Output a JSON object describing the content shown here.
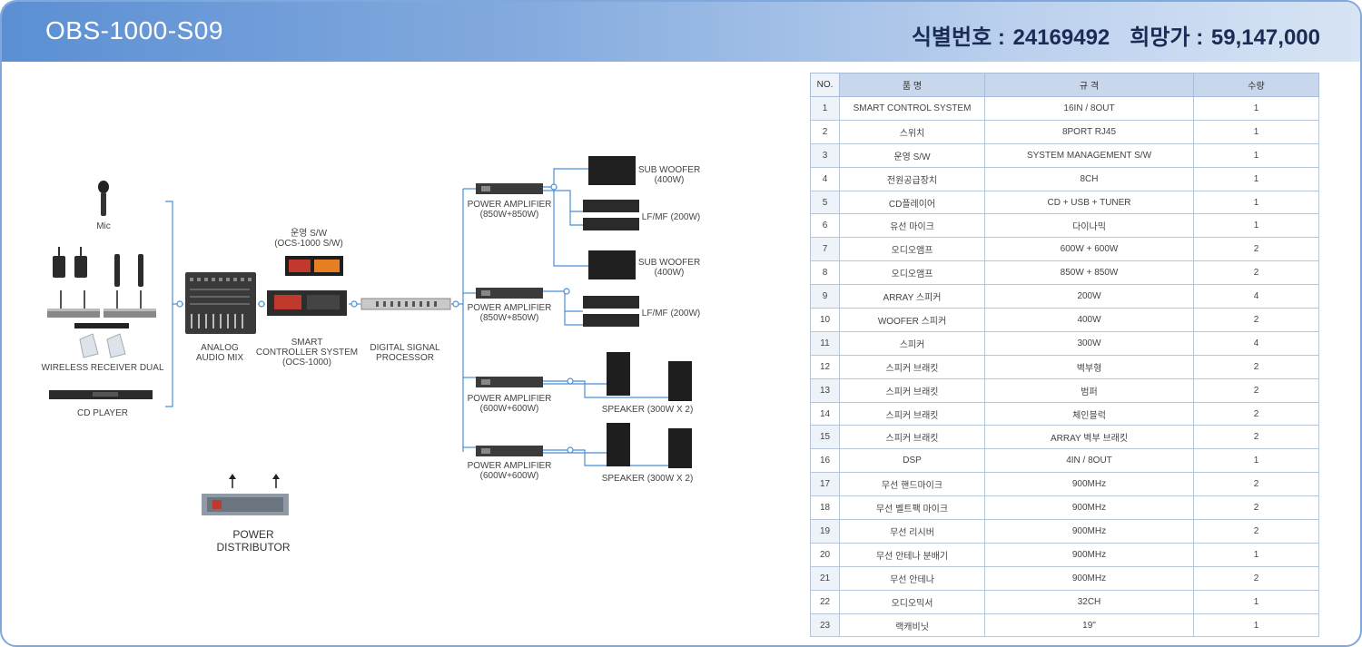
{
  "header": {
    "model": "OBS-1000-S09",
    "id_label": "식별번호 : ",
    "id_value": "24169492",
    "price_label": "희망가 : ",
    "price_value": "59,147,000"
  },
  "diagram": {
    "mic": "Mic",
    "wireless": "WIRELESS RECEIVER  DUAL",
    "cd": "CD PLAYER",
    "mixer_l1": "ANALOG",
    "mixer_l2": "AUDIO MIX",
    "sw_l1": "운영 S/W",
    "sw_l2": "(OCS-1000 S/W)",
    "ctrl_l1": "SMART",
    "ctrl_l2": "CONTROLLER SYSTEM",
    "ctrl_l3": "(OCS-1000)",
    "dsp_l1": "DIGITAL SIGNAL",
    "dsp_l2": "PROCESSOR",
    "amp1_l1": "POWER AMPLIFIER",
    "amp1_l2": "(850W+850W)",
    "amp2_l1": "POWER AMPLIFIER",
    "amp2_l2": "(850W+850W)",
    "amp3_l1": "POWER AMPLIFIER",
    "amp3_l2": "(600W+600W)",
    "amp4_l1": "POWER AMPLIFIER",
    "amp4_l2": "(600W+600W)",
    "sub1_l1": "SUB WOOFER",
    "sub1_l2": "(400W)",
    "lf1": "LF/MF (200W)",
    "sub2_l1": "SUB WOOFER",
    "sub2_l2": "(400W)",
    "lf2": "LF/MF (200W)",
    "spk1": "SPEAKER (300W X 2)",
    "spk2": "SPEAKER (300W X 2)",
    "pd_l1": "POWER",
    "pd_l2": "DISTRIBUTOR"
  },
  "table": {
    "headers": [
      "NO.",
      "품 명",
      "규 격",
      "수량"
    ],
    "rows": [
      [
        "1",
        "SMART CONTROL SYSTEM",
        "16IN / 8OUT",
        "1"
      ],
      [
        "2",
        "스위치",
        "8PORT RJ45",
        "1"
      ],
      [
        "3",
        "운영 S/W",
        "SYSTEM MANAGEMENT S/W",
        "1"
      ],
      [
        "4",
        "전원공급장치",
        "8CH",
        "1"
      ],
      [
        "5",
        "CD플레이어",
        "CD + USB + TUNER",
        "1"
      ],
      [
        "6",
        "유선 마이크",
        "다이나믹",
        "1"
      ],
      [
        "7",
        "오디오앰프",
        "600W + 600W",
        "2"
      ],
      [
        "8",
        "오디오앰프",
        "850W + 850W",
        "2"
      ],
      [
        "9",
        "ARRAY 스피커",
        "200W",
        "4"
      ],
      [
        "10",
        "WOOFER 스피커",
        "400W",
        "2"
      ],
      [
        "11",
        "스피커",
        "300W",
        "4"
      ],
      [
        "12",
        "스피커 브래킷",
        "벽부형",
        "2"
      ],
      [
        "13",
        "스피커 브래킷",
        "범퍼",
        "2"
      ],
      [
        "14",
        "스피커 브래킷",
        "체인블럭",
        "2"
      ],
      [
        "15",
        "스피커 브래킷",
        "ARRAY 벽부 브래킷",
        "2"
      ],
      [
        "16",
        "DSP",
        "4IN / 8OUT",
        "1"
      ],
      [
        "17",
        "무선 핸드마이크",
        "900MHz",
        "2"
      ],
      [
        "18",
        "무선 벨트팩 마이크",
        "900MHz",
        "2"
      ],
      [
        "19",
        "무선 리시버",
        "900MHz",
        "2"
      ],
      [
        "20",
        "무선 안테나 분배기",
        "900MHz",
        "1"
      ],
      [
        "21",
        "무선 안테나",
        "900MHz",
        "2"
      ],
      [
        "22",
        "오디오믹서",
        "32CH",
        "1"
      ],
      [
        "23",
        "랙캐비닛",
        "19\"",
        "1"
      ]
    ]
  }
}
